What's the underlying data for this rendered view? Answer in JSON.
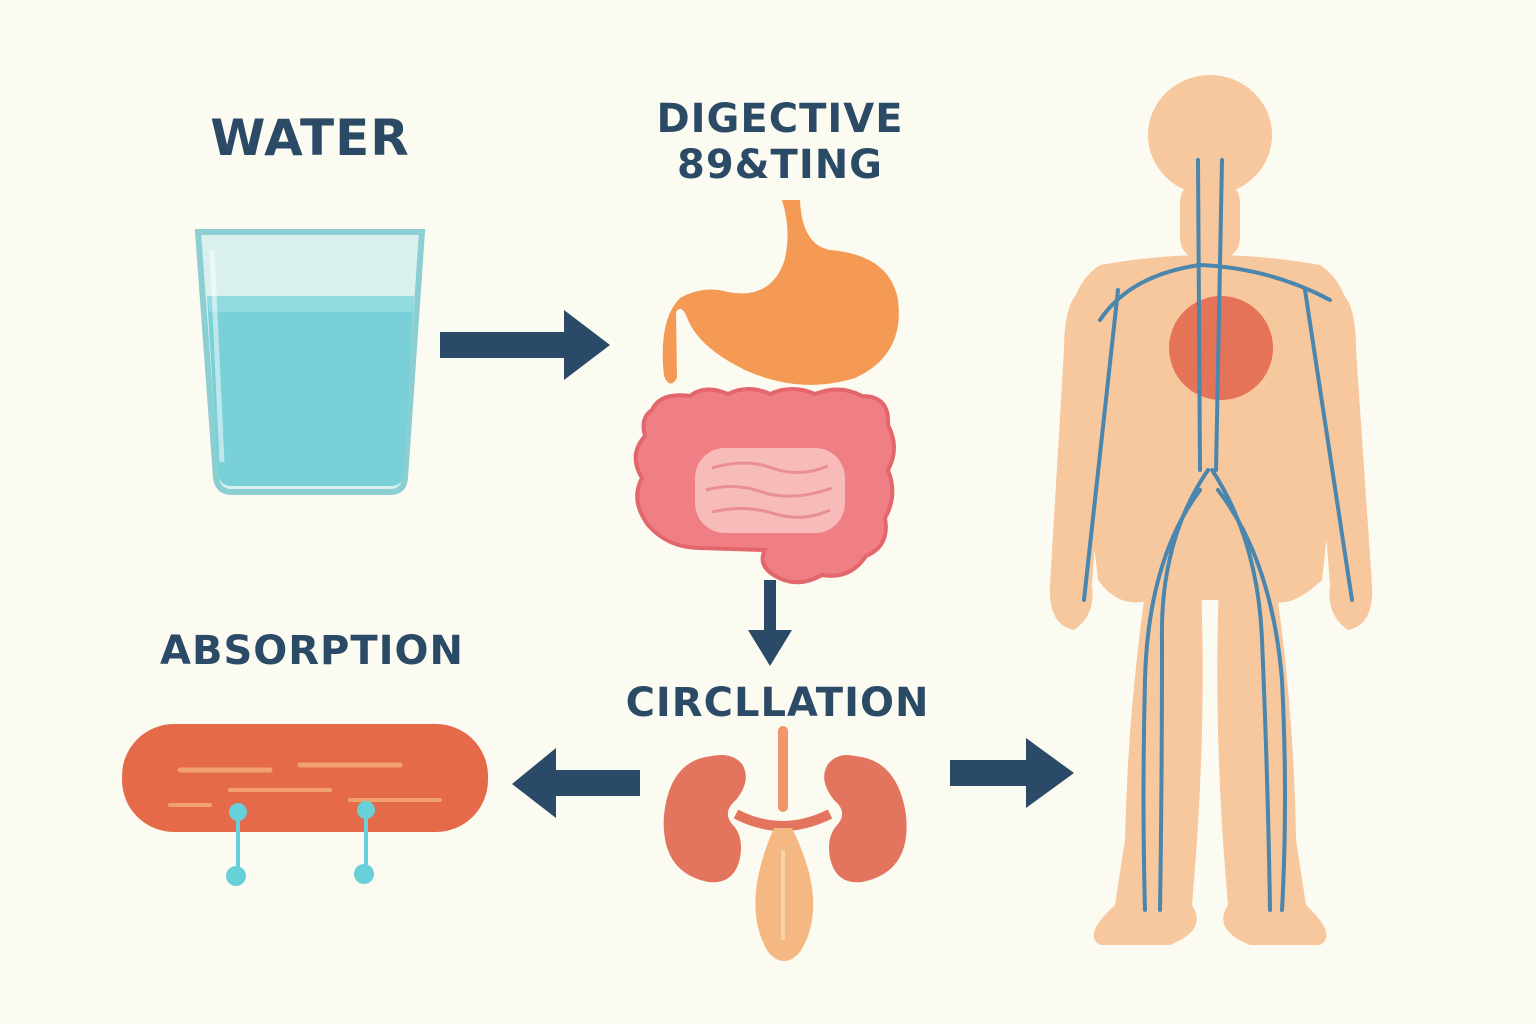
{
  "labels": {
    "water": "WATER",
    "digestive_line1": "DIGECTIVE",
    "digestive_line2": "89&TING",
    "absorption": "ABSORPTION",
    "circulation": "CIRCLLATION"
  },
  "icons": {
    "glass": "water-glass-icon",
    "stomach": "stomach-icon",
    "intestines": "intestines-icon",
    "intestine_tissue": "intestinal-tissue-icon",
    "kidneys": "kidneys-icon",
    "body": "human-body-icon",
    "heart": "heart-icon"
  },
  "colors": {
    "background": "#fcfbf1",
    "text": "#2b4a66",
    "arrow": "#2a4a68",
    "water": "#79d0d8",
    "stomach": "#f59a55",
    "intestine": "#ef7f84",
    "tissue": "#e46a4a",
    "kidney": "#e3745e",
    "body": "#f7c79e",
    "heart": "#e57358",
    "vessel": "#4a86ad"
  }
}
